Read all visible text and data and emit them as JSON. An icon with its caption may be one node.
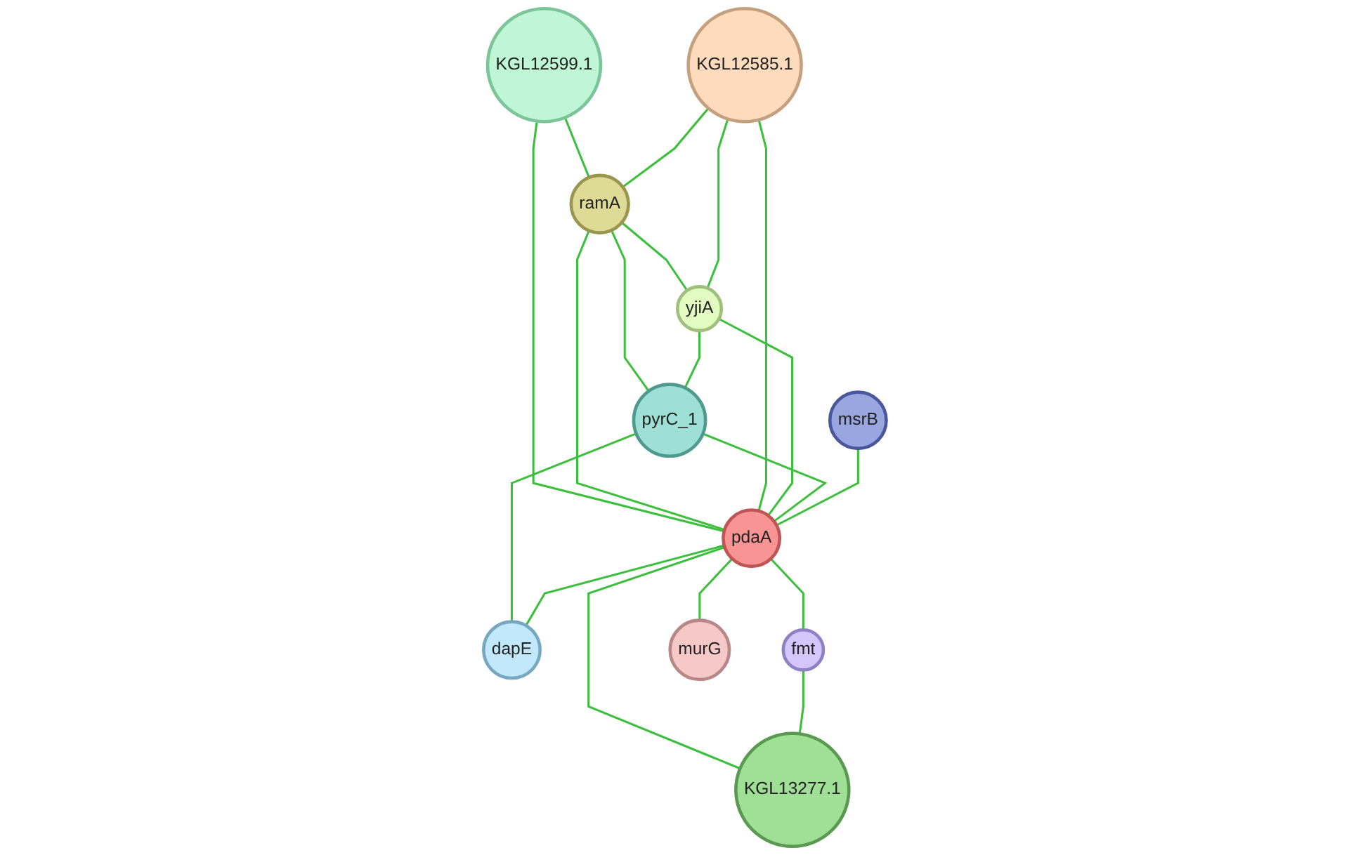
{
  "diagram": {
    "nodes": [
      {
        "text": [
          "KGL12599.1"
        ]
      },
      {
        "text": [
          "ramA"
        ]
      },
      {
        "text": [
          "KGL12585.1"
        ]
      },
      {
        "text": [
          "pyrC_1"
        ]
      },
      {
        "text": [
          "msrB"
        ]
      },
      {
        "text": [
          "yjiA"
        ]
      },
      {
        "text": [
          "dapE"
        ]
      },
      {
        "text": [
          "pdaA"
        ]
      },
      {
        "text": [
          "fmt"
        ]
      },
      {
        "text": [
          "KGL13277.1"
        ]
      },
      {
        "text": [
          "murG"
        ]
      }
    ],
    "edges": [
      {
        "from": 0,
        "to": 1,
        "arrow": "none"
      },
      {
        "from": 0,
        "to": 7,
        "arrow": "none"
      },
      {
        "from": 1,
        "to": 3,
        "arrow": "none"
      },
      {
        "from": 2,
        "to": 1,
        "arrow": "none"
      },
      {
        "from": 1,
        "to": 5,
        "arrow": "none"
      },
      {
        "from": 1,
        "to": 7,
        "arrow": "none"
      },
      {
        "from": 2,
        "to": 5,
        "arrow": "none"
      },
      {
        "from": 2,
        "to": 7,
        "arrow": "none"
      },
      {
        "from": 5,
        "to": 3,
        "arrow": "none"
      },
      {
        "from": 5,
        "to": 7,
        "arrow": "none"
      },
      {
        "from": 3,
        "to": 7,
        "arrow": "none"
      },
      {
        "from": 3,
        "to": 6,
        "arrow": "none"
      },
      {
        "from": 7,
        "to": 6,
        "arrow": "none"
      },
      {
        "from": 4,
        "to": 7,
        "arrow": "none"
      },
      {
        "from": 7,
        "to": 8,
        "arrow": "none"
      },
      {
        "from": 7,
        "to": 9,
        "arrow": "none"
      },
      {
        "from": 8,
        "to": 9,
        "arrow": "none"
      },
      {
        "from": 7,
        "to": 10,
        "arrow": "none"
      }
    ]
  }
}
